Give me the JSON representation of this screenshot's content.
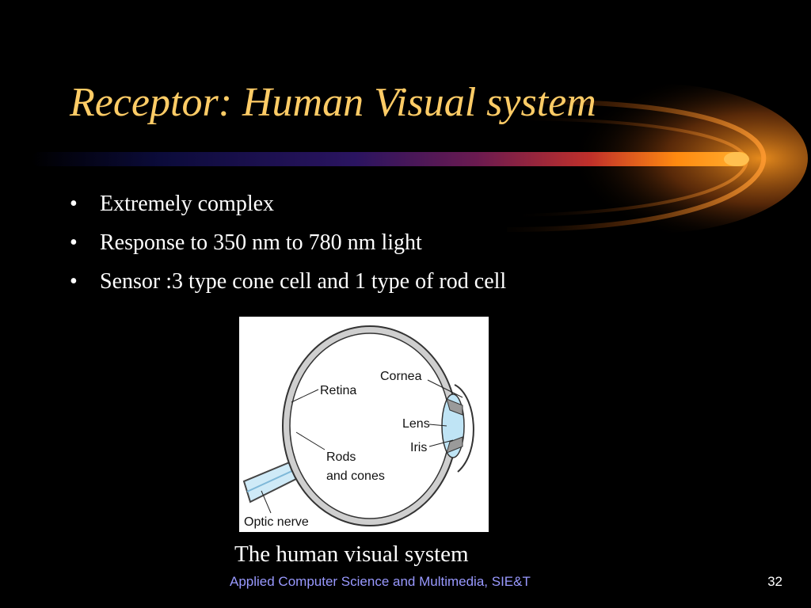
{
  "slide": {
    "title": "Receptor: Human Visual system",
    "bullets": [
      "Extremely complex",
      "Response to 350 nm to 780 nm light",
      "Sensor :3 type cone cell and 1 type of  rod cell"
    ],
    "bullet_symbol": "•",
    "figure": {
      "labels": {
        "cornea": "Cornea",
        "retina": "Retina",
        "lens": "Lens",
        "iris": "Iris",
        "rods_line1": "Rods",
        "rods_line2": "and cones",
        "optic_nerve": "Optic nerve"
      }
    },
    "caption": "The human visual system",
    "footer": "Applied Computer Science and Multimedia, SIE&T",
    "page_number": "32"
  },
  "colors": {
    "title": "#FFCC66",
    "background": "#000000",
    "footer": "#9999FF",
    "accent_orange": "#FF9900",
    "accent_navy": "#1A1A66"
  }
}
